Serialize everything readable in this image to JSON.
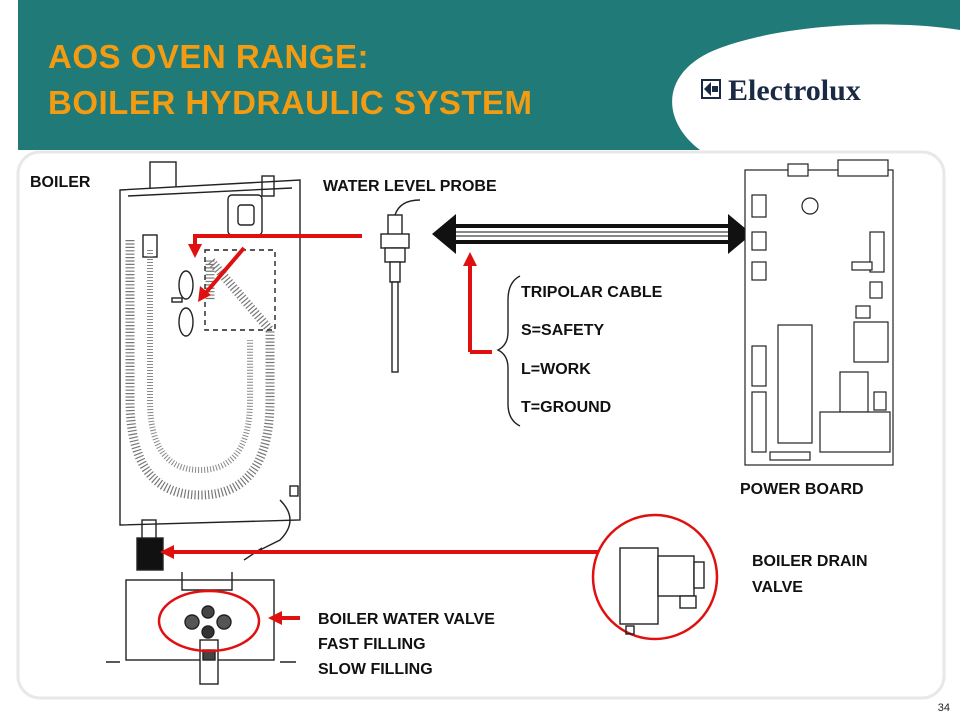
{
  "header": {
    "title_line1": "AOS OVEN RANGE:",
    "title_line2": "BOILER HYDRAULIC SYSTEM",
    "brand": "Electrolux"
  },
  "labels": {
    "boiler": "BOILER",
    "water_level_probe": "WATER LEVEL PROBE",
    "tripolar_cable": "TRIPOLAR CABLE",
    "safety": "S=SAFETY",
    "work": "L=WORK",
    "ground": "T=GROUND",
    "power_board": "POWER BOARD",
    "boiler_drain_valve_1": "BOILER DRAIN",
    "boiler_drain_valve_2": "VALVE",
    "boiler_water_valve": "BOILER WATER VALVE",
    "fast_filling": "FAST FILLING",
    "slow_filling": "SLOW FILLING"
  },
  "page_number": "34",
  "colors": {
    "header_teal": "#1f7a78",
    "title_orange": "#f39c12",
    "arrow_red": "#e01010",
    "panel_border": "#e8e8e8"
  }
}
